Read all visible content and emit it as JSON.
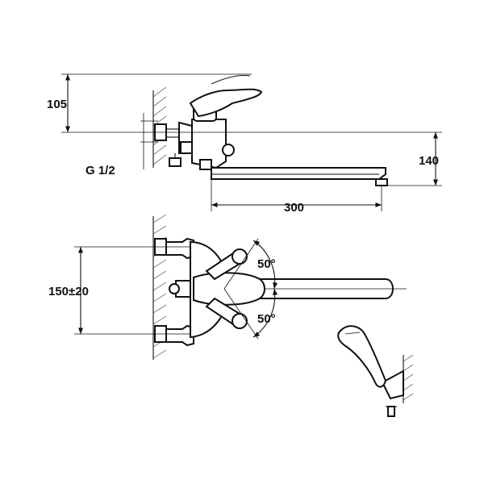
{
  "dimensions": {
    "height_handle": "105",
    "connection_thread": "G 1/2",
    "spout_height": "140",
    "spout_reach": "300",
    "center_distance": "150±20",
    "rotation_upper": "50°",
    "rotation_lower": "50°"
  },
  "colors": {
    "line": "#111111",
    "background": "#ffffff"
  }
}
